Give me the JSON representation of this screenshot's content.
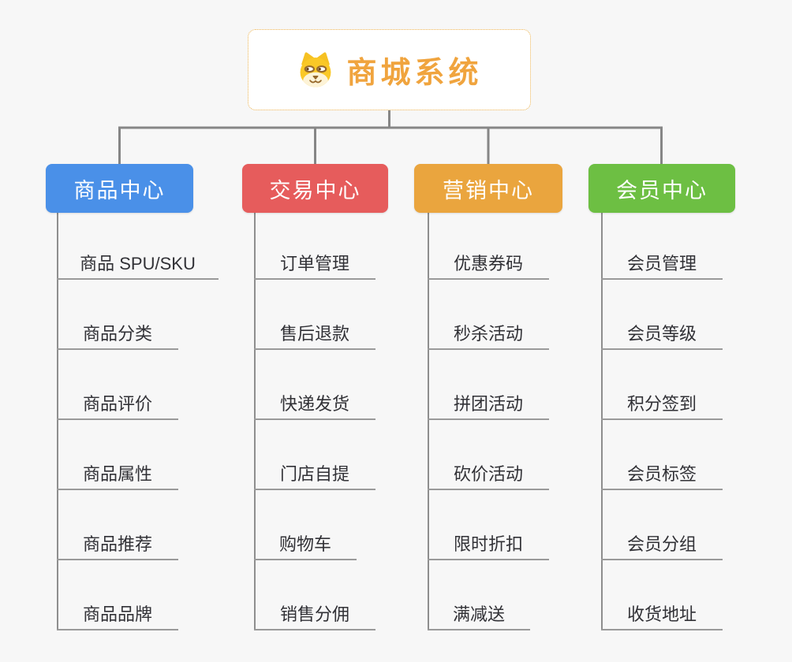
{
  "root": {
    "title": "商城系统",
    "icon": "shiba-dog-icon",
    "title_color": "#f0a43e",
    "border_color": "#ecb24f"
  },
  "branches": [
    {
      "label": "商品中心",
      "color": "#4a90e8",
      "children": [
        "商品 SPU/SKU",
        "商品分类",
        "商品评价",
        "商品属性",
        "商品推荐",
        "商品品牌"
      ]
    },
    {
      "label": "交易中心",
      "color": "#e65c5c",
      "children": [
        "订单管理",
        "售后退款",
        "快递发货",
        "门店自提",
        "购物车",
        "销售分佣"
      ]
    },
    {
      "label": "营销中心",
      "color": "#eaa53e",
      "children": [
        "优惠券码",
        "秒杀活动",
        "拼团活动",
        "砍价活动",
        "限时折扣",
        "满减送"
      ]
    },
    {
      "label": "会员中心",
      "color": "#6dbf43",
      "children": [
        "会员管理",
        "会员等级",
        "积分签到",
        "会员标签",
        "会员分组",
        "收货地址"
      ]
    }
  ],
  "colors": {
    "background": "#f7f7f7",
    "connector": "#868686",
    "column_line": "#8e8e8e",
    "leaf_underline": "#9a9a9a",
    "leaf_text": "#313136",
    "branch_text": "#ffffff"
  }
}
